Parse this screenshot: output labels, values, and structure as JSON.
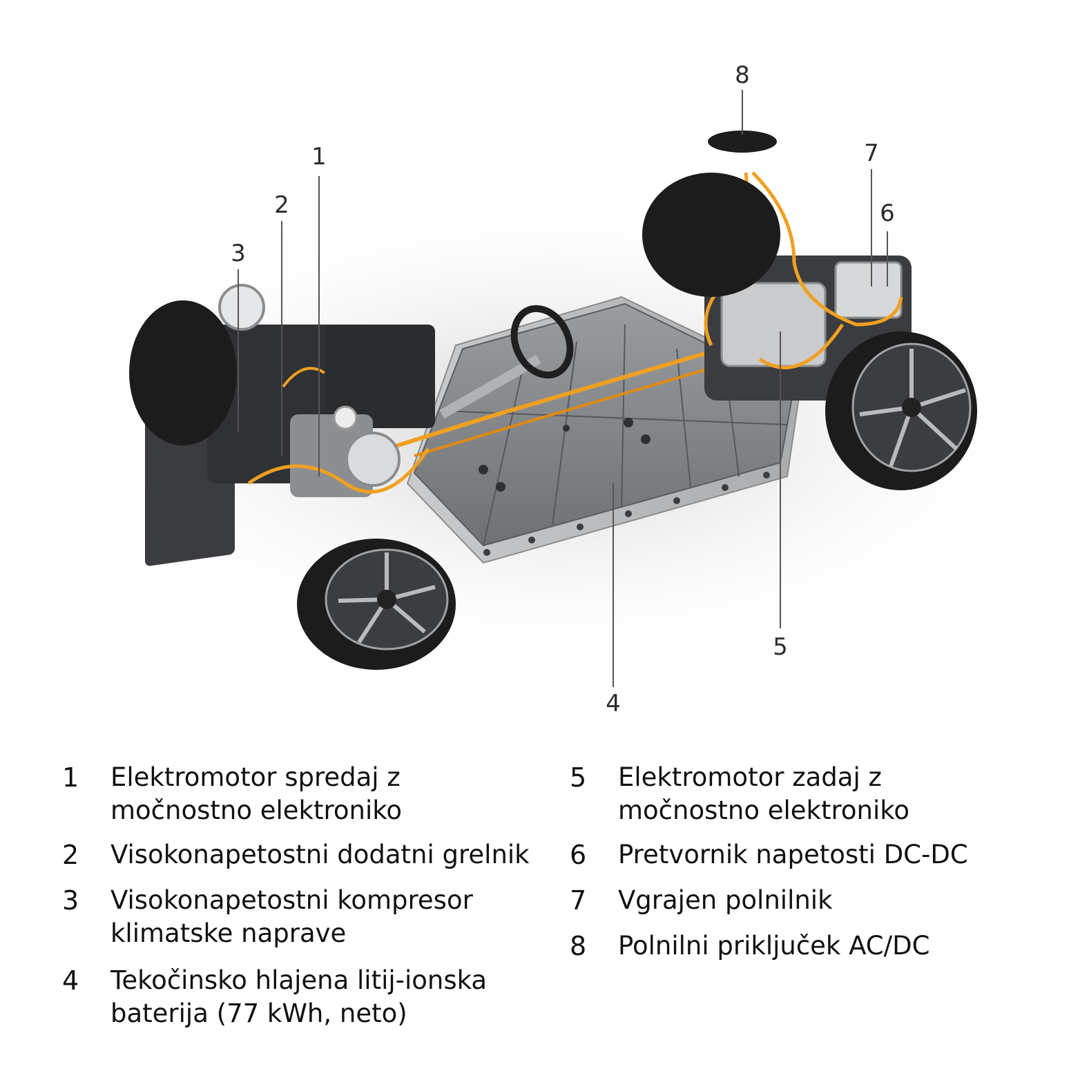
{
  "callouts": [
    "1",
    "2",
    "3",
    "4",
    "5",
    "6",
    "7",
    "8"
  ],
  "legend": [
    {
      "num": "1",
      "text": "Elektromotor spredaj z\nmočnostno elektroniko"
    },
    {
      "num": "2",
      "text": "Visokonapetostni dodatni grelnik"
    },
    {
      "num": "3",
      "text": "Visokonapetostni kompresor\nklimatske naprave"
    },
    {
      "num": "4",
      "text": "Tekočinsko hlajena litij-ionska\nbaterija (77 kWh, neto)"
    },
    {
      "num": "5",
      "text": "Elektromotor zadaj z\nmočnostno elektroniko"
    },
    {
      "num": "6",
      "text": "Pretvornik napetosti DC-DC"
    },
    {
      "num": "7",
      "text": "Vgrajen polnilnik"
    },
    {
      "num": "8",
      "text": "Polnilni priključek AC/DC"
    }
  ],
  "colors": {
    "hv_cable": "#f0a020",
    "battery": "#8a8d90",
    "tire": "#1c1c1c",
    "leader": "#555555"
  }
}
